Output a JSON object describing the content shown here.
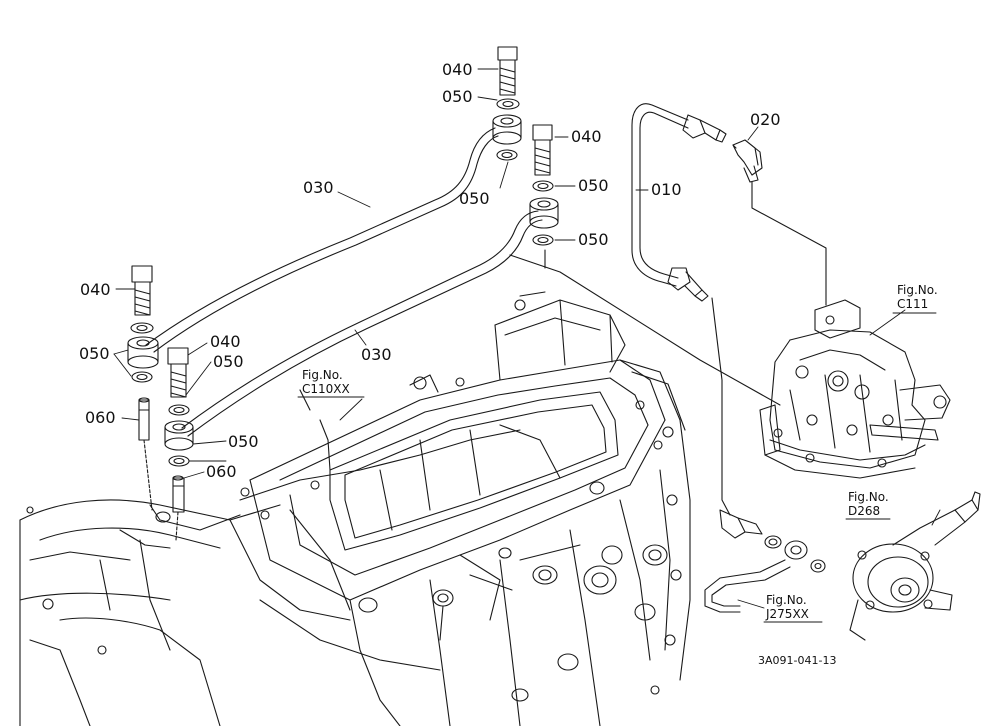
{
  "parts": {
    "p040_top": "040",
    "p050_top": "050",
    "p040_mid": "040",
    "p050_a": "050",
    "p050_b": "050",
    "p050_c": "050",
    "p030_upper": "030",
    "p010": "010",
    "p020": "020",
    "p040_left": "040",
    "p050_left": "050",
    "p040_low": "040",
    "p050_low": "050",
    "p030_lower": "030",
    "p060_left": "060",
    "p050_bottom": "050",
    "p060_bottom": "060"
  },
  "figs": {
    "c111_fig": "Fig.No.",
    "c111_no": "C111",
    "c110_fig": "Fig.No.",
    "c110_no": "C110XX",
    "d268_fig": "Fig.No.",
    "d268_no": "D268",
    "j275_fig": "Fig.No.",
    "j275_no": "J275XX"
  },
  "drawing_code": "3A091-041-13",
  "colors": {
    "line": "#1a1a1a",
    "background": "#ffffff"
  }
}
